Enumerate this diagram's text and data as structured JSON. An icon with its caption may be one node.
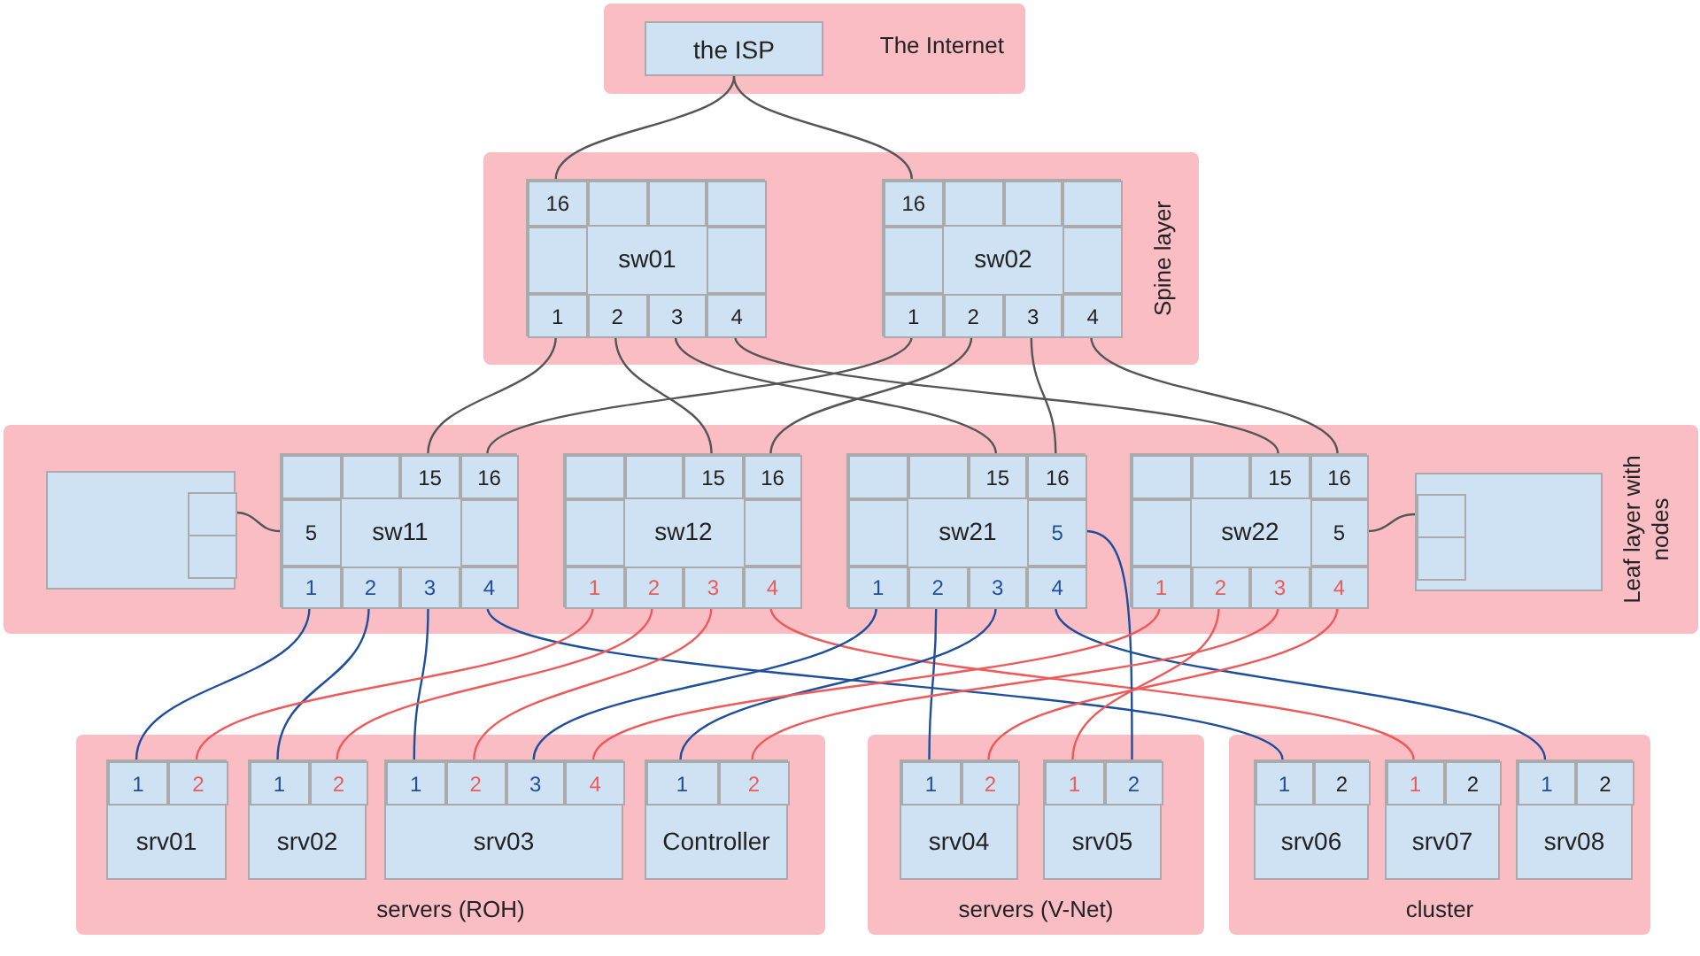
{
  "diagram": {
    "nodes": [
      {
        "text": [
          "The Internet"
        ]
      },
      {
        "text": [
          "the ISP"
        ],
        "in": 0
      },
      {
        "text": [
          "Spine layer"
        ]
      },
      {
        "text": [
          "sw01"
        ],
        "in": 2
      },
      {
        "text": [
          "16"
        ],
        "in": 3
      },
      {
        "text": [],
        "shape": "box",
        "in": 3
      },
      {
        "text": [],
        "shape": "box",
        "in": 3
      },
      {
        "text": [],
        "shape": "box",
        "in": 3
      },
      {
        "text": [],
        "shape": "box",
        "in": 3
      },
      {
        "text": [],
        "shape": "box",
        "in": 3
      },
      {
        "text": [
          "1"
        ],
        "in": 3
      },
      {
        "text": [
          "2"
        ],
        "in": 3
      },
      {
        "text": [
          "3"
        ],
        "in": 3
      },
      {
        "text": [
          "4"
        ],
        "in": 3
      },
      {
        "text": [
          "sw02"
        ],
        "in": 2
      },
      {
        "text": [
          "16"
        ],
        "in": 14
      },
      {
        "text": [],
        "shape": "box",
        "in": 14
      },
      {
        "text": [],
        "shape": "box",
        "in": 14
      },
      {
        "text": [],
        "shape": "box",
        "in": 14
      },
      {
        "text": [],
        "shape": "box",
        "in": 14
      },
      {
        "text": [],
        "shape": "box",
        "in": 14
      },
      {
        "text": [
          "1"
        ],
        "in": 14
      },
      {
        "text": [
          "2"
        ],
        "in": 14
      },
      {
        "text": [
          "3"
        ],
        "in": 14
      },
      {
        "text": [
          "4"
        ],
        "in": 14
      },
      {
        "text": [
          "Leaf layer with nodes"
        ]
      },
      {
        "text": [],
        "shape": "box",
        "in": 25
      },
      {
        "text": [],
        "shape": "box",
        "in": 26
      },
      {
        "text": [],
        "shape": "box",
        "in": 26
      },
      {
        "text": [
          "sw11"
        ],
        "in": 25
      },
      {
        "text": [],
        "shape": "box",
        "in": 29
      },
      {
        "text": [],
        "shape": "box",
        "in": 29
      },
      {
        "text": [
          "15"
        ],
        "in": 29
      },
      {
        "text": [
          "16"
        ],
        "in": 29
      },
      {
        "text": [
          "5"
        ],
        "in": 29
      },
      {
        "text": [],
        "shape": "box",
        "in": 29
      },
      {
        "text": [
          "1"
        ],
        "in": 29
      },
      {
        "text": [
          "2"
        ],
        "in": 29
      },
      {
        "text": [
          "3"
        ],
        "in": 29
      },
      {
        "text": [
          "4"
        ],
        "in": 29
      },
      {
        "text": [
          "sw12"
        ],
        "in": 25
      },
      {
        "text": [],
        "shape": "box",
        "in": 40
      },
      {
        "text": [],
        "shape": "box",
        "in": 40
      },
      {
        "text": [
          "15"
        ],
        "in": 40
      },
      {
        "text": [
          "16"
        ],
        "in": 40
      },
      {
        "text": [],
        "shape": "box",
        "in": 40
      },
      {
        "text": [],
        "shape": "box",
        "in": 40
      },
      {
        "text": [
          "1"
        ],
        "in": 40
      },
      {
        "text": [
          "2"
        ],
        "in": 40
      },
      {
        "text": [
          "3"
        ],
        "in": 40
      },
      {
        "text": [
          "4"
        ],
        "in": 40
      },
      {
        "text": [
          "sw21"
        ],
        "in": 25
      },
      {
        "text": [],
        "shape": "box",
        "in": 51
      },
      {
        "text": [],
        "shape": "box",
        "in": 51
      },
      {
        "text": [
          "15"
        ],
        "in": 51
      },
      {
        "text": [
          "16"
        ],
        "in": 51
      },
      {
        "text": [],
        "shape": "box",
        "in": 51
      },
      {
        "text": [
          "5"
        ],
        "in": 51
      },
      {
        "text": [
          "1"
        ],
        "in": 51
      },
      {
        "text": [
          "2"
        ],
        "in": 51
      },
      {
        "text": [
          "3"
        ],
        "in": 51
      },
      {
        "text": [
          "4"
        ],
        "in": 51
      },
      {
        "text": [
          "sw22"
        ],
        "in": 25
      },
      {
        "text": [],
        "shape": "box",
        "in": 62
      },
      {
        "text": [],
        "shape": "box",
        "in": 62
      },
      {
        "text": [
          "15"
        ],
        "in": 62
      },
      {
        "text": [
          "16"
        ],
        "in": 62
      },
      {
        "text": [],
        "shape": "box",
        "in": 62
      },
      {
        "text": [
          "5"
        ],
        "in": 62
      },
      {
        "text": [
          "1"
        ],
        "in": 62
      },
      {
        "text": [
          "2"
        ],
        "in": 62
      },
      {
        "text": [
          "3"
        ],
        "in": 62
      },
      {
        "text": [
          "4"
        ],
        "in": 62
      },
      {
        "text": [],
        "shape": "box",
        "in": 25
      },
      {
        "text": [],
        "shape": "box",
        "in": 73
      },
      {
        "text": [],
        "shape": "box",
        "in": 73
      },
      {
        "text": [
          "servers (ROH)"
        ]
      },
      {
        "text": [
          "srv01"
        ],
        "in": 76
      },
      {
        "text": [
          "1"
        ],
        "in": 77
      },
      {
        "text": [
          "2"
        ],
        "in": 77
      },
      {
        "text": [
          "srv02"
        ],
        "in": 76
      },
      {
        "text": [
          "1"
        ],
        "in": 80
      },
      {
        "text": [
          "2"
        ],
        "in": 80
      },
      {
        "text": [
          "srv03"
        ],
        "in": 76
      },
      {
        "text": [
          "1"
        ],
        "in": 83
      },
      {
        "text": [
          "2"
        ],
        "in": 83
      },
      {
        "text": [
          "3"
        ],
        "in": 83
      },
      {
        "text": [
          "4"
        ],
        "in": 83
      },
      {
        "text": [
          "Controller"
        ],
        "in": 76
      },
      {
        "text": [
          "1"
        ],
        "in": 88
      },
      {
        "text": [
          "2"
        ],
        "in": 88
      },
      {
        "text": [
          "servers (V-Net)"
        ]
      },
      {
        "text": [
          "srv04"
        ],
        "in": 91
      },
      {
        "text": [
          "1"
        ],
        "in": 92
      },
      {
        "text": [
          "2"
        ],
        "in": 92
      },
      {
        "text": [
          "srv05"
        ],
        "in": 91
      },
      {
        "text": [
          "1"
        ],
        "in": 95
      },
      {
        "text": [
          "2"
        ],
        "in": 95
      },
      {
        "text": [
          "cluster"
        ]
      },
      {
        "text": [
          "srv06"
        ],
        "in": 98
      },
      {
        "text": [
          "1"
        ],
        "in": 99
      },
      {
        "text": [
          "2"
        ],
        "in": 99
      },
      {
        "text": [
          "srv07"
        ],
        "in": 98
      },
      {
        "text": [
          "1"
        ],
        "in": 102
      },
      {
        "text": [
          "2"
        ],
        "in": 102
      },
      {
        "text": [
          "srv08"
        ],
        "in": 98
      },
      {
        "text": [
          "1"
        ],
        "in": 105
      },
      {
        "text": [
          "2"
        ],
        "in": 105
      }
    ],
    "edges": [
      {
        "from": 1,
        "to": 4,
        "arrow": "none"
      },
      {
        "from": 1,
        "to": 15,
        "arrow": "none"
      },
      {
        "from": 10,
        "to": 32,
        "arrow": "none"
      },
      {
        "from": 11,
        "to": 43,
        "arrow": "none"
      },
      {
        "from": 12,
        "to": 54,
        "arrow": "none"
      },
      {
        "from": 13,
        "to": 65,
        "arrow": "none"
      },
      {
        "from": 21,
        "to": 33,
        "arrow": "none"
      },
      {
        "from": 22,
        "to": 44,
        "arrow": "none"
      },
      {
        "from": 23,
        "to": 55,
        "arrow": "none"
      },
      {
        "from": 24,
        "to": 66,
        "arrow": "none"
      },
      {
        "from": 27,
        "to": 34,
        "arrow": "none"
      },
      {
        "from": 68,
        "to": 74,
        "arrow": "none"
      },
      {
        "from": 36,
        "to": 78,
        "arrow": "none",
        "color": "#1f4e9c"
      },
      {
        "from": 37,
        "to": 81,
        "arrow": "none",
        "color": "#1f4e9c"
      },
      {
        "from": 38,
        "to": 84,
        "arrow": "none",
        "color": "#1f4e9c"
      },
      {
        "from": 39,
        "to": 100,
        "arrow": "none",
        "color": "#1f4e9c"
      },
      {
        "from": 47,
        "to": 79,
        "arrow": "none",
        "color": "#ee5a5a"
      },
      {
        "from": 48,
        "to": 82,
        "arrow": "none",
        "color": "#ee5a5a"
      },
      {
        "from": 49,
        "to": 85,
        "arrow": "none",
        "color": "#ee5a5a"
      },
      {
        "from": 50,
        "to": 103,
        "arrow": "none",
        "color": "#ee5a5a"
      },
      {
        "from": 58,
        "to": 86,
        "arrow": "none",
        "color": "#1f4e9c"
      },
      {
        "from": 59,
        "to": 93,
        "arrow": "none",
        "color": "#1f4e9c"
      },
      {
        "from": 60,
        "to": 89,
        "arrow": "none",
        "color": "#1f4e9c"
      },
      {
        "from": 61,
        "to": 106,
        "arrow": "none",
        "color": "#1f4e9c"
      },
      {
        "from": 57,
        "to": 97,
        "arrow": "none",
        "color": "#1f4e9c"
      },
      {
        "from": 69,
        "to": 87,
        "arrow": "none",
        "color": "#ee5a5a"
      },
      {
        "from": 70,
        "to": 96,
        "arrow": "none",
        "color": "#ee5a5a"
      },
      {
        "from": 71,
        "to": 90,
        "arrow": "none",
        "color": "#ee5a5a"
      },
      {
        "from": 72,
        "to": 94,
        "arrow": "none",
        "color": "#ee5a5a"
      }
    ]
  }
}
